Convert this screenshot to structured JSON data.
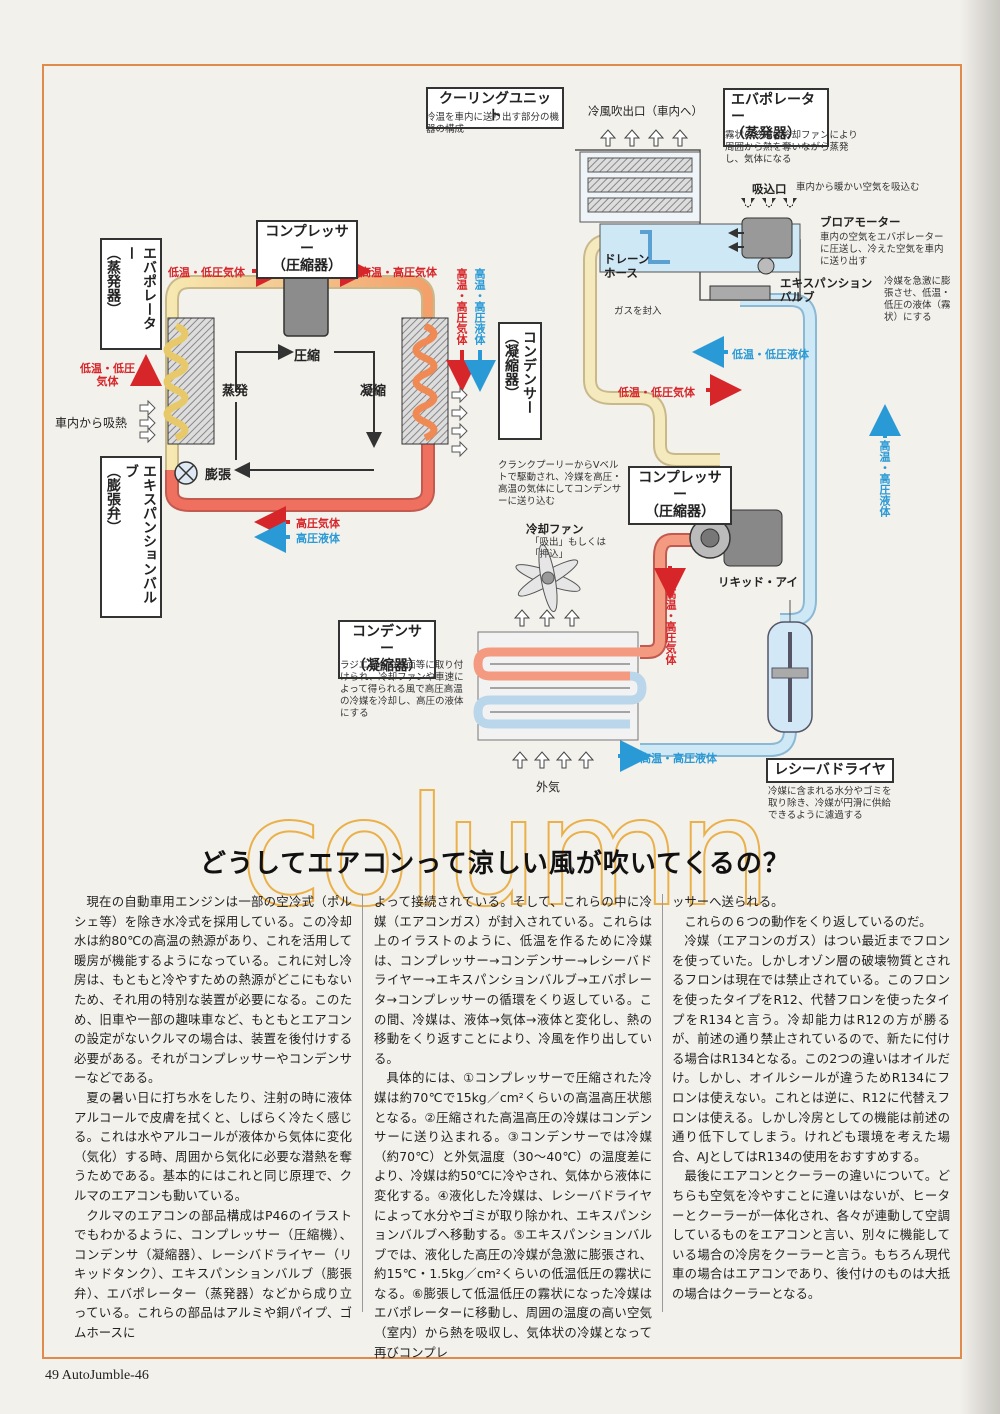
{
  "diagram": {
    "left": {
      "compressor": "コンプレッサー\n（圧縮器）",
      "evaporator": "エバポレーター\n（蒸発器）",
      "condenser": "コンデンサー\n（凝縮器）",
      "expansion_valve": "エキスパンションバルブ\n（膨張弁）",
      "low_temp_low_press_gas": "低温・低圧気体",
      "high_temp_high_press_gas": "高温・高圧気体",
      "high_temp_high_press_gas_v": "高温・高圧気体",
      "high_temp_high_press_liquid_v": "高温・高圧液体",
      "low_temp_low_press_gas_side": "低温・低圧\n気体",
      "cabin_heat_absorb": "車内から吸熱",
      "compression": "圧縮",
      "evaporation": "蒸発",
      "condensation": "凝縮",
      "expansion": "膨張",
      "high_press_gas": "高圧気体",
      "high_press_liquid": "高圧液体"
    },
    "right": {
      "cooling_unit": "クーリングユニット",
      "cooling_unit_note": "冷温を車内に送り出す部分の機器の構成",
      "outlet": "冷風吹出口（車内へ）",
      "evaporator": "エバポレーター\n（蒸発器）",
      "evaporator_note": "霧状の冷媒は冷却ファンにより周囲から熱を奪いながら蒸発し、気体になる",
      "intake": "吸込口",
      "intake_note": "車内から暖かい空気を吸込む",
      "blower_motor": "ブロアモーター",
      "blower_note": "車内の空気をエバポレーターに圧送し、冷えた空気を車内に送り出す",
      "drain_hose": "ドレーン\nホース",
      "gas_sealed": "ガスを封入",
      "expansion_valve": "エキスパンション\nバルブ",
      "expansion_note": "冷媒を急激に膨張させ、低温・低圧の液体（霧状）にする",
      "low_temp_low_press_liquid": "低温・低圧液体",
      "low_temp_low_press_gas": "低温・低圧気体",
      "high_temp_high_press_liquid_v": "高温・高圧液体",
      "pulley_note": "クランクプーリーからVベルトで駆動され、冷媒を高圧・高温の気体にしてコンデンサーに送り込む",
      "compressor": "コンプレッサー\n（圧縮器）",
      "cooling_fan": "冷却ファン",
      "fan_note": "「吸出」もしくは\n「押込」",
      "liquid_eye": "リキッド・アイ",
      "high_temp_high_press_gas_v": "高温・高圧気体",
      "condenser": "コンデンサー\n（凝縮器）",
      "condenser_note": "ラジエターの前面等に取り付けられ、冷却ファンや車速によって得られる風で高圧高温の冷媒を冷却し、高圧の液体にする",
      "high_temp_high_press_liquid": "高温・高圧液体",
      "outside_air": "外気",
      "receiver_dryer": "レシーバドライヤ",
      "receiver_note": "冷媒に含まれる水分やゴミを取り除き、冷媒が円滑に供給できるように濾過する"
    }
  },
  "article": {
    "watermark": "column",
    "headline": "どうしてエアコンって涼しい風が吹いてくるの？",
    "col1": [
      "現在の自動車用エンジンは一部の空冷式（ポルシェ等）を除き水冷式を採用している。この冷却水は約80℃の高温の熱源があり、これを活用して暖房が機能するようになっている。これに対し冷房は、もともと冷やすための熱源がどこにもないため、それ用の特別な装置が必要になる。このため、旧車や一部の趣味車など、もともとエアコンの設定がないクルマの場合は、装置を後付けする必要がある。それがコンプレッサーやコンデンサーなどである。",
      "夏の暑い日に打ち水をしたり、注射の時に液体アルコールで皮膚を拭くと、しばらく冷たく感じる。これは水やアルコールが液体から気体に変化（気化）する時、周囲から気化に必要な潜熱を奪うためである。基本的にはこれと同じ原理で、クルマのエアコンも動いている。",
      "クルマのエアコンの部品構成はP46のイラストでもわかるように、コンプレッサー（圧縮機）、コンデンサ（凝縮器）、レーシバドライヤー（リキッドタンク）、エキスパンションバルブ（膨張弁）、エバポレーター（蒸発器）などから成り立っている。これらの部品はアルミや銅パイプ、ゴムホースに"
    ],
    "col2": [
      "よって接続されている。そして、これらの中に冷媒（エアコンガス）が封入されている。これらは上のイラストのように、低温を作るために冷媒は、コンプレッサー→コンデンサー→レシーバドライヤー→エキスパンションバルブ→エバポレータ→コンプレッサーの循環をくり返している。この間、冷媒は、液体→気体→液体と変化し、熱の移動をくり返すことにより、冷風を作り出している。",
      "具体的には、①コンプレッサーで圧縮された冷媒は約70℃で15kg／cm²くらいの高温高圧状態となる。②圧縮された高温高圧の冷媒はコンデンサーに送り込まれる。③コンデンサーでは冷媒（約70℃）と外気温度（30〜40℃）の温度差により、冷媒は約50℃に冷やされ、気体から液体に変化する。④液化した冷媒は、レシーバドライヤによって水分やゴミが取り除かれ、エキスパンションバルブへ移動する。⑤エキスパンションバルブでは、液化した高圧の冷媒が急激に膨張され、約15℃・1.5kg／cm²くらいの低温低圧の霧状になる。⑥膨張して低温低圧の霧状になった冷媒はエバポレーターに移動し、周囲の温度の高い空気（室内）から熱を吸収し、気体状の冷媒となって再びコンプレ"
    ],
    "col3": [
      "ッサーへ送られる。",
      "これらの６つの動作をくり返しているのだ。",
      "冷媒（エアコンのガス）はつい最近までフロンを使っていた。しかしオゾン層の破壊物質とされるフロンは現在では禁止されている。このフロンを使ったタイプをR12、代替フロンを使ったタイプをR134と言う。冷却能力はR12の方が勝るが、前述の通り禁止されているので、新たに付ける場合はR134となる。この2つの違いはオイルだけ。しかし、オイルシールが違うためR134にフロンは使えない。これとは逆に、R12に代替えフロンは使える。しかし冷房としての機能は前述の通り低下してしまう。けれども環境を考えた場合、AJとしてはR134の使用をおすすめする。",
      "最後にエアコンとクーラーの違いについて。どちらも空気を冷やすことに違いはないが、ヒーターとクーラーが一体化され、各々が連動して空調しているものをエアコンと言い、別々に機能している場合の冷房をクーラーと言う。もちろん現代車の場合はエアコンであり、後付けのものは大抵の場合はクーラーとなる。"
    ]
  },
  "footer": {
    "page": "49",
    "magazine": "AutoJumble-46"
  }
}
